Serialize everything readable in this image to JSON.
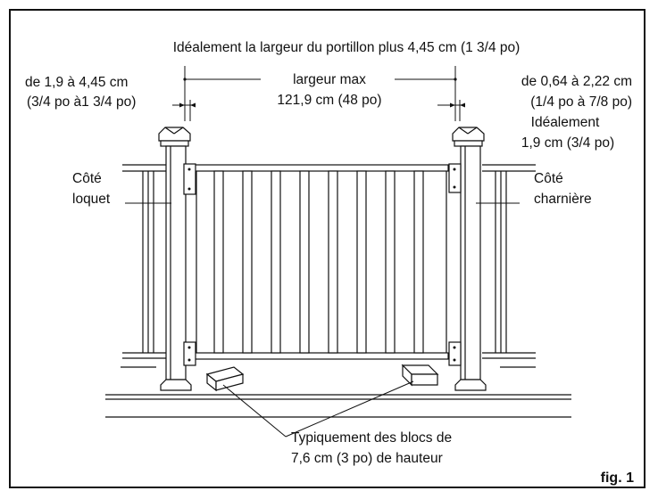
{
  "labels": {
    "top_dimension": "Idéalement la largeur du portillon plus 4,45 cm (1 3/4 po)",
    "left_gap_line1": "de 1,9 à 4,45 cm",
    "left_gap_line2": "(3/4 po à1 3/4 po)",
    "max_width_line1": "largeur max",
    "max_width_line2": "121,9 cm (48 po)",
    "right_gap_line1": "de 0,64 à 2,22 cm",
    "right_gap_line2": "(1/4 po à 7/8 po)",
    "ideal_line1": "Idéalement",
    "ideal_line2": "1,9 cm (3/4 po)",
    "latch_side_line1": "Côté",
    "latch_side_line2": "loquet",
    "hinge_side_line1": "Côté",
    "hinge_side_line2": "charnière",
    "blocks_line1": "Typiquement des blocs de",
    "blocks_line2": "7,6 cm (3 po) de hauteur",
    "figure": "fig. 1"
  }
}
